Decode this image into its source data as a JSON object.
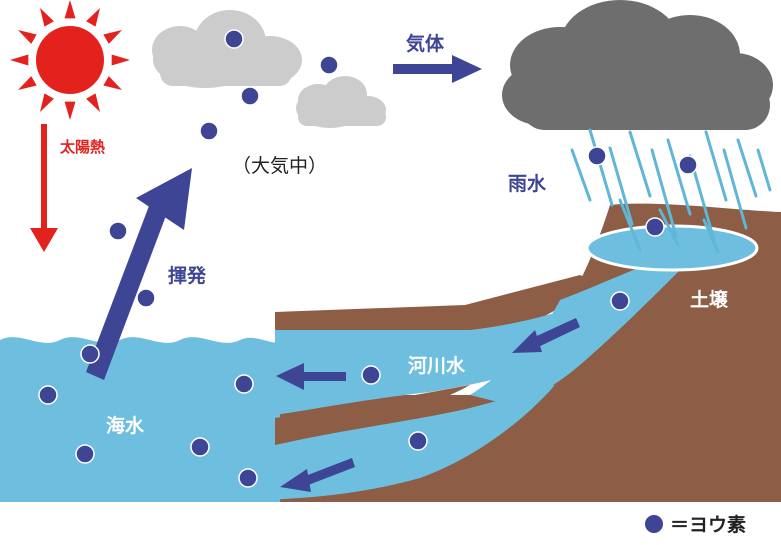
{
  "labels": {
    "solar_heat": "太陽熱",
    "gas": "気体",
    "atmosphere": "（大気中）",
    "rain": "雨水",
    "evaporation": "揮発",
    "soil": "土壌",
    "river": "河川水",
    "sea": "海水",
    "legend": "＝ヨウ素"
  },
  "colors": {
    "sun": "#e3211d",
    "arrow_blue": "#3d4594",
    "water": "#6ebfdf",
    "soil": "#8d5e45",
    "cloud_light": "#cccccc",
    "cloud_dark": "#6e6e6e",
    "dot": "#3d4594",
    "rain_line": "#5fb6d7"
  }
}
